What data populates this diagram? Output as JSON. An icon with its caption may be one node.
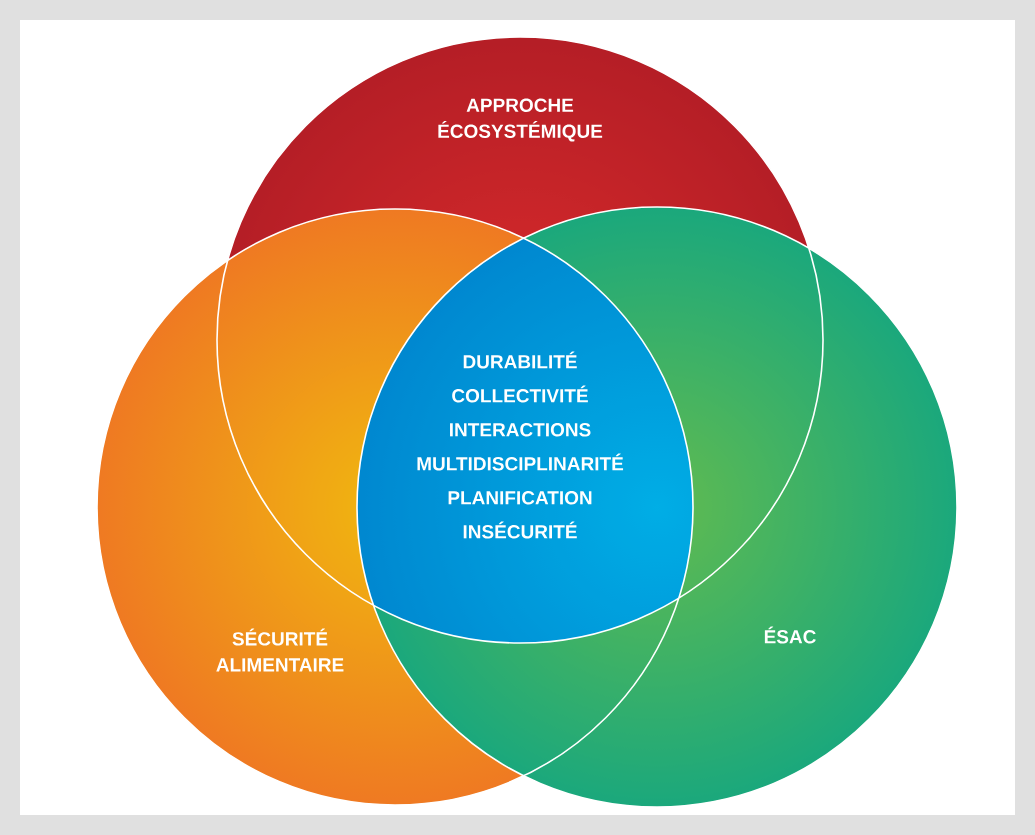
{
  "diagram": {
    "nodes": [
      {
        "text": [
          "APPROCHE ÉCOSYSTÉMIQUE"
        ]
      },
      {
        "text": [
          "SÉCURITÉ ALIMENTAIRE"
        ]
      },
      {
        "text": [
          "ÉSAC"
        ]
      },
      {
        "text": [
          "DURABILITÉ",
          "COLLECTIVITÉ",
          "INTERACTIONS",
          "MULTIDISCIPLINARITÉ",
          "PLANIFICATION",
          "INSÉCURITÉ"
        ]
      }
    ]
  }
}
